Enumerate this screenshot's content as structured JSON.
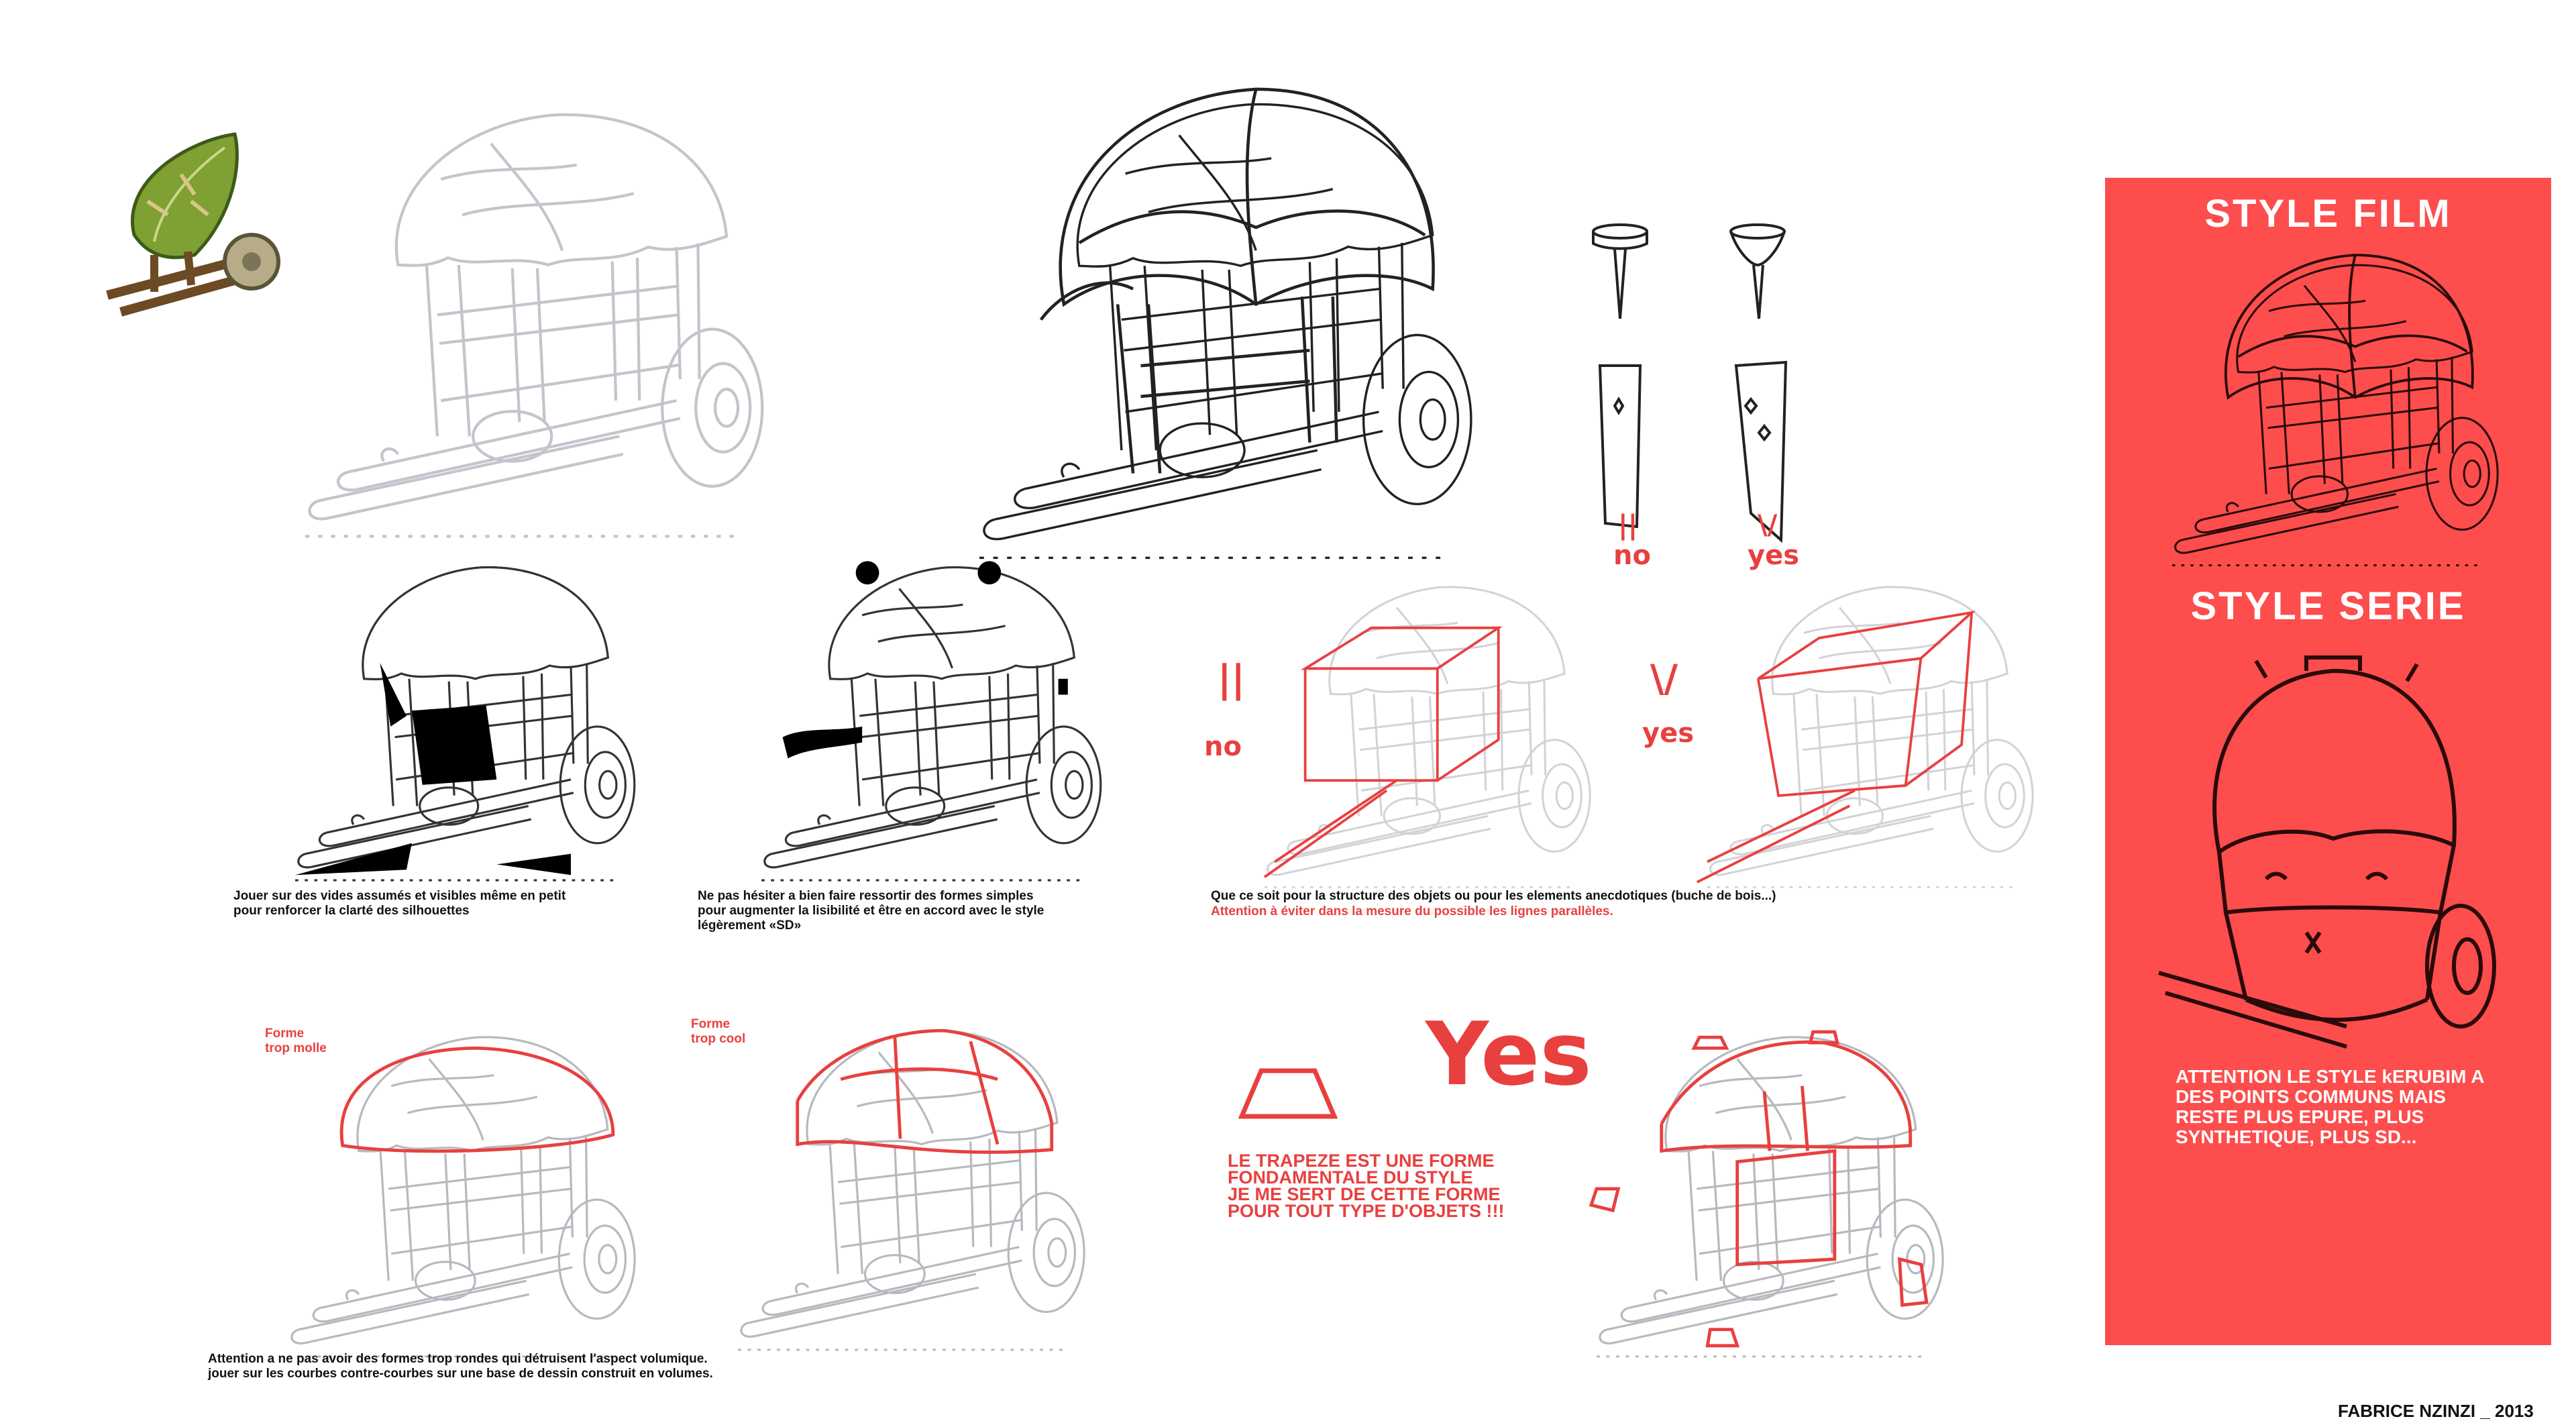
{
  "captions": {
    "voids": "Jouer sur des vides assumés et visibles même en petit\npour renforcer la clarté des silhouettes",
    "shapes": "Ne pas hésiter a bien faire ressortir des formes simples\npour augmenter la lisibilité et être en accord avec le style\nlégèrement «SD»",
    "structure": "Que ce soit pour la structure des objets ou pour les elements anecdotiques (buche de bois...)",
    "parallel_warning": "Attention à éviter dans la mesure du possible les lignes parallèles.",
    "rounded": "Attention a ne pas avoir des formes trop rondes qui détruisent l'aspect volumique.\njouer sur les courbes contre-courbes sur une base de dessin construit en volumes."
  },
  "labels": {
    "no": "no",
    "yes": "yes",
    "no_mark": "||",
    "yes_mark": "\\/",
    "forme_molle": "Forme\ntrop molle",
    "forme_cool": "Forme\ntrop cool",
    "big_yes": "Yes",
    "trapeze": "LE TRAPEZE EST UNE FORME\nFONDAMENTALE DU STYLE\nJE ME SERT DE CETTE FORME\nPOUR TOUT TYPE D'OBJETS !!!"
  },
  "panel": {
    "style_film": "STYLE FILM",
    "style_serie": "STYLE SERIE",
    "note": "ATTENTION LE STYLE kERUBIM A\nDES POINTS COMMUNS MAIS\nRESTE PLUS EPURE, PLUS\nSYNTHETIQUE, PLUS SD..."
  },
  "signature": "FABRICE NZINZI _ 2013",
  "colors": {
    "accent_red": "#e8403f",
    "panel_red": "#fd4d4d",
    "sketch_light": "#c4c4cc",
    "sketch_dark": "#222222",
    "leaf_green": "#7fa032"
  }
}
